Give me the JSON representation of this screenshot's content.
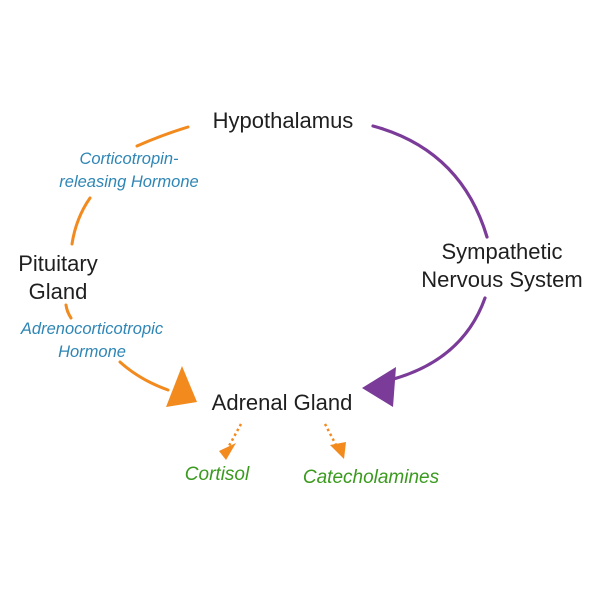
{
  "nodes": {
    "hypothalamus": "Hypothalamus",
    "pituitary_line1": "Pituitary",
    "pituitary_line2": "Gland",
    "sympathetic_line1": "Sympathetic",
    "sympathetic_line2": "Nervous System",
    "adrenal": "Adrenal Gland"
  },
  "hormones": {
    "crh_line1": "Corticotropin-",
    "crh_line2": "releasing Hormone",
    "acth_line1": "Adrenocorticotropic",
    "acth_line2": "Hormone"
  },
  "outputs": {
    "cortisol": "Cortisol",
    "catecholamines": "Catecholamines"
  },
  "colors": {
    "orange": "#f28a1e",
    "purple": "#7b3b98",
    "blue_text": "#2f86b5",
    "green_text": "#3a9a1e",
    "node_text": "#1f1f1f"
  }
}
